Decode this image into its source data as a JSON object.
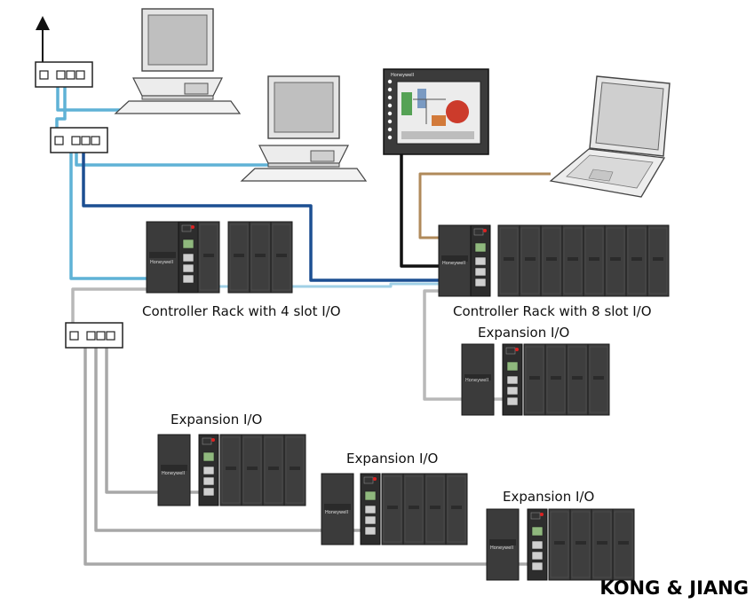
{
  "labels": {
    "rack_4slot": "Controller Rack with 4 slot I/O",
    "rack_8slot": "Controller Rack with 8 slot I/O",
    "expansion_right": "Expansion I/O",
    "expansion_left": "Expansion I/O",
    "expansion_mid": "Expansion I/O",
    "expansion_bottom": "Expansion I/O"
  },
  "brand": {
    "module": "Honeywell",
    "hmi": "Honeywell"
  },
  "watermark": "KONG & JIANG",
  "colors": {
    "background": "#ffffff",
    "cable_light_blue": "#5fb2d6",
    "cable_dark_blue": "#1c4f92",
    "cable_gray": "#a8a8a8",
    "cable_tan": "#b08a5a",
    "cable_black": "#111111",
    "module_body": "#3e3e3e",
    "module_dark": "#2a2a2a"
  },
  "icons": [
    "upstream-arrow-icon",
    "network-switch-icon",
    "desktop-computer-icon",
    "laptop-icon",
    "hmi-panel-icon",
    "controller-rack-icon"
  ]
}
